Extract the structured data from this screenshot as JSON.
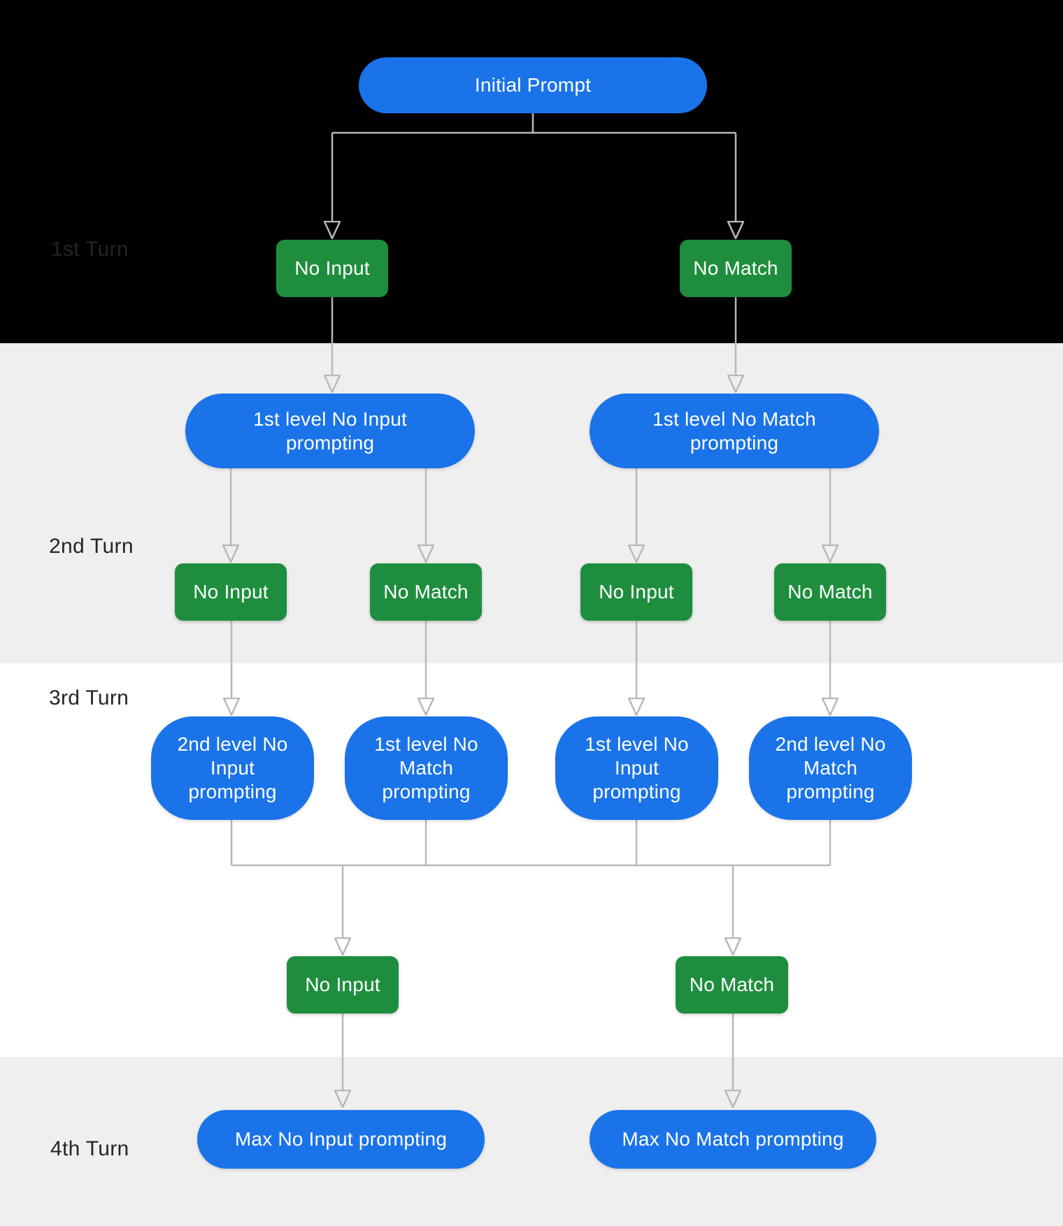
{
  "turn_labels": {
    "turn1": "1st Turn",
    "turn2": "2nd Turn",
    "turn3": "3rd Turn",
    "turn4": "4th Turn"
  },
  "nodes": {
    "initial_prompt": "Initial Prompt",
    "t1_no_input": "No Input",
    "t1_no_match": "No Match",
    "l1_no_input_prompting": "1st level No Input\nprompting",
    "l1_no_match_prompting": "1st level No Match\nprompting",
    "t2_no_input_left": "No Input",
    "t2_no_match_left": "No Match",
    "t2_no_input_right": "No Input",
    "t2_no_match_right": "No Match",
    "l2_no_input_prompting": "2nd level No\nInput\nprompting",
    "l1_no_match_prompting_2": "1st level No\nMatch\nprompting",
    "l1_no_input_prompting_2": "1st level No\nInput\nprompting",
    "l2_no_match_prompting": "2nd level No\nMatch\nprompting",
    "t3_no_input": "No Input",
    "t3_no_match": "No Match",
    "max_no_input_prompting": "Max No Input prompting",
    "max_no_match_prompting": "Max No Match prompting"
  },
  "colors": {
    "node_blue": "#1a73e8",
    "node_green": "#1e8e3e",
    "connector": "#b6b9bc",
    "band_black": "#000000",
    "band_gray": "#efefef",
    "band_white": "#ffffff",
    "label_text": "#222528"
  }
}
